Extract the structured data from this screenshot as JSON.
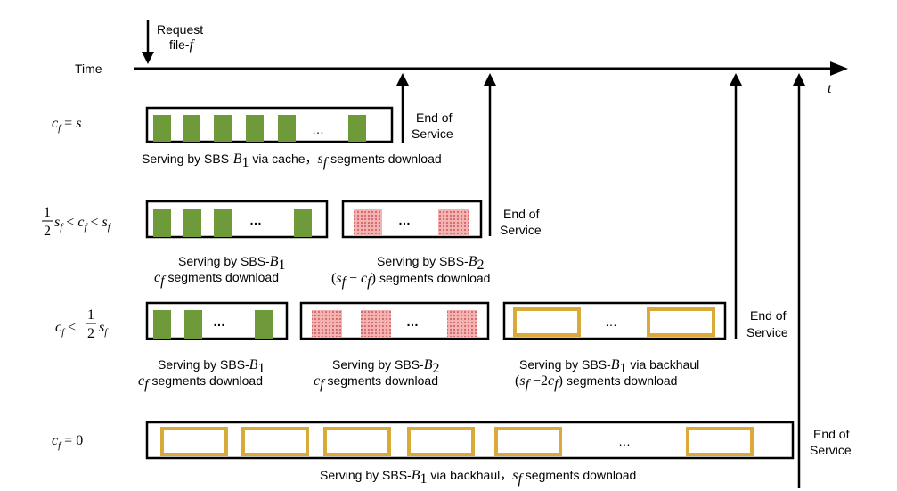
{
  "request": {
    "line1": "Request",
    "line2": "file-",
    "var": "f"
  },
  "time_axis": {
    "label": "Time",
    "end_label": "t"
  },
  "end_of_service": {
    "line1": "End of",
    "line2": "Service"
  },
  "ellipsis": "…",
  "colors": {
    "cache_segment": "#6f9a3a",
    "sbs2_segment": "#e58a8a",
    "backhaul_segment": "#d9a93a",
    "frame": "#000000"
  },
  "rows": [
    {
      "condition": "c_f = s",
      "captions": [
        {
          "pre": "Serving by SBS-",
          "var": "B",
          "sub": "1",
          "post": "via cache，",
          "var2": "s",
          "sub2": "f",
          "post2": "segments download"
        }
      ]
    },
    {
      "condition": "1/2 s_f < c_f < s_f",
      "captions": [
        {
          "line1_pre": "Serving by SBS-",
          "line1_var": "B",
          "line1_sub": "1",
          "line2_var": "c",
          "line2_sub": "f",
          "line2_post": "segments download"
        },
        {
          "line1_pre": "Serving by SBS-",
          "line1_var": "B",
          "line1_sub": "2",
          "line2_math": "(s_f − c_f)",
          "line2_post": "segments download"
        }
      ]
    },
    {
      "condition": "c_f ≤ 1/2 s_f",
      "captions": [
        {
          "line1_pre": "Serving by SBS-",
          "line1_var": "B",
          "line1_sub": "1",
          "line2_var": "c",
          "line2_sub": "f",
          "line2_post": "segments download"
        },
        {
          "line1_pre": "Serving by SBS-",
          "line1_var": "B",
          "line1_sub": "2",
          "line2_var": "c",
          "line2_sub": "f",
          "line2_post": "segments download"
        },
        {
          "line1_pre": "Serving by SBS-",
          "line1_var": "B",
          "line1_sub": "1",
          "line1_post": "via backhaul",
          "line2_math": "(s_f − 2c_f)",
          "line2_post": "segments download"
        }
      ]
    },
    {
      "condition": "c_f = 0",
      "captions": [
        {
          "pre": "Serving by SBS-",
          "var": "B",
          "sub": "1",
          "post": "via backhaul，",
          "var2": "s",
          "sub2": "f",
          "post2": "segments download"
        }
      ]
    }
  ]
}
